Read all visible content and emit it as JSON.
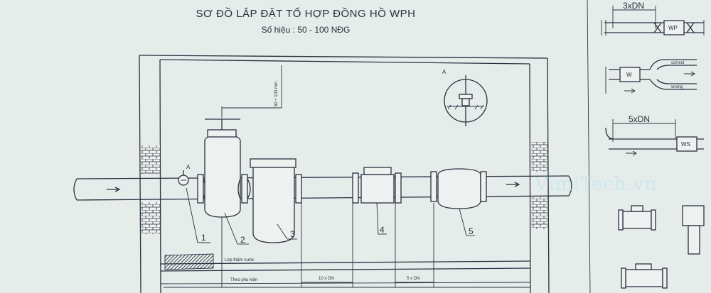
{
  "title": "SƠ ĐỒ LẮP ĐẶT TỔ HỢP ĐỒNG HỒ WPH",
  "subtitle": "Số hiệu : 50 - 100 NĐG",
  "labels": {
    "vertical_dim": "50 ÷ 100 mm",
    "detail_a": "A",
    "detail_a_small": "A",
    "layer": "Lớp thấm nước",
    "accessory": "Theo phụ kiện",
    "ten_dn": "10 x DN",
    "five_dn": "5 x DN"
  },
  "callouts": [
    "1",
    "2",
    "3",
    "4",
    "5"
  ],
  "right_panel": {
    "three_dn": "3xDN",
    "wp": "WP",
    "w": "W",
    "correct": "correct",
    "wrong": "wrong",
    "five_dn": "5xDN",
    "ws": "WS"
  },
  "watermark": "VimiTech.vn",
  "colors": {
    "ink": "#2a3140",
    "paper": "#e6ecea",
    "watermark": "#c8e8f0"
  }
}
